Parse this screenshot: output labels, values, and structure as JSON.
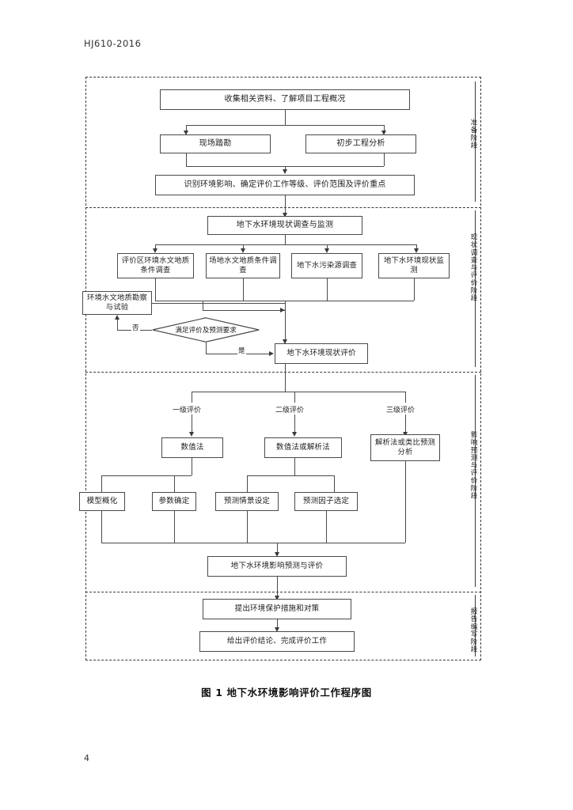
{
  "document": {
    "header_code": "HJ610-2016",
    "page_number": "4",
    "figure_caption": "图 1   地下水环境影响评价工作程序图"
  },
  "flowchart": {
    "type": "process-flow-diagram",
    "stages": [
      {
        "id": "stage-1",
        "label": "准备阶段"
      },
      {
        "id": "stage-2",
        "label": "现状调查与评价阶段"
      },
      {
        "id": "stage-3",
        "label": "影响预测与评价阶段"
      },
      {
        "id": "stage-4",
        "label": "报告编写阶段"
      }
    ],
    "nodes": {
      "collect_data": "收集相关资料、了解项目工程概况",
      "site_survey": "现场踏勘",
      "prelim_analysis": "初步工程分析",
      "identify_impact": "识别环境影响、确定评价工作等级、评价范围及评价重点",
      "status_survey": "地下水环境现状调查与监测",
      "survey_area_hydro": "评价区环境水文地质条件调查",
      "site_hydro": "场地水文地质条件调查",
      "pollution_source": "地下水污染源调查",
      "status_monitor": "地下水环境现状监测",
      "hydro_exploration": "环境水文地质勘察与试验",
      "decision": "满足评价及预测要求",
      "status_evaluation": "地下水环境现状评价",
      "level1": "一级评价",
      "level2": "二级评价",
      "level3": "三级评价",
      "method_numeric": "数值法",
      "method_numeric_or_analytic": "数值法或解析法",
      "method_analytic_or_analog": "解析法或类比预测分析",
      "model_generalization": "模型概化",
      "parameter_determination": "参数确定",
      "scenario_setting": "预测情景设定",
      "factor_selection": "预测因子选定",
      "impact_prediction": "地下水环境影响预测与评价",
      "protection_measures": "提出环境保护措施和对策",
      "conclusion": "给出评价结论、完成评价工作"
    },
    "branch_labels": {
      "no": "否",
      "yes": "是"
    },
    "colors": {
      "box_border": "#4a4a4a",
      "frame_dash": "#3a3a3a",
      "text": "#1c1c1c",
      "background": "#ffffff"
    }
  }
}
